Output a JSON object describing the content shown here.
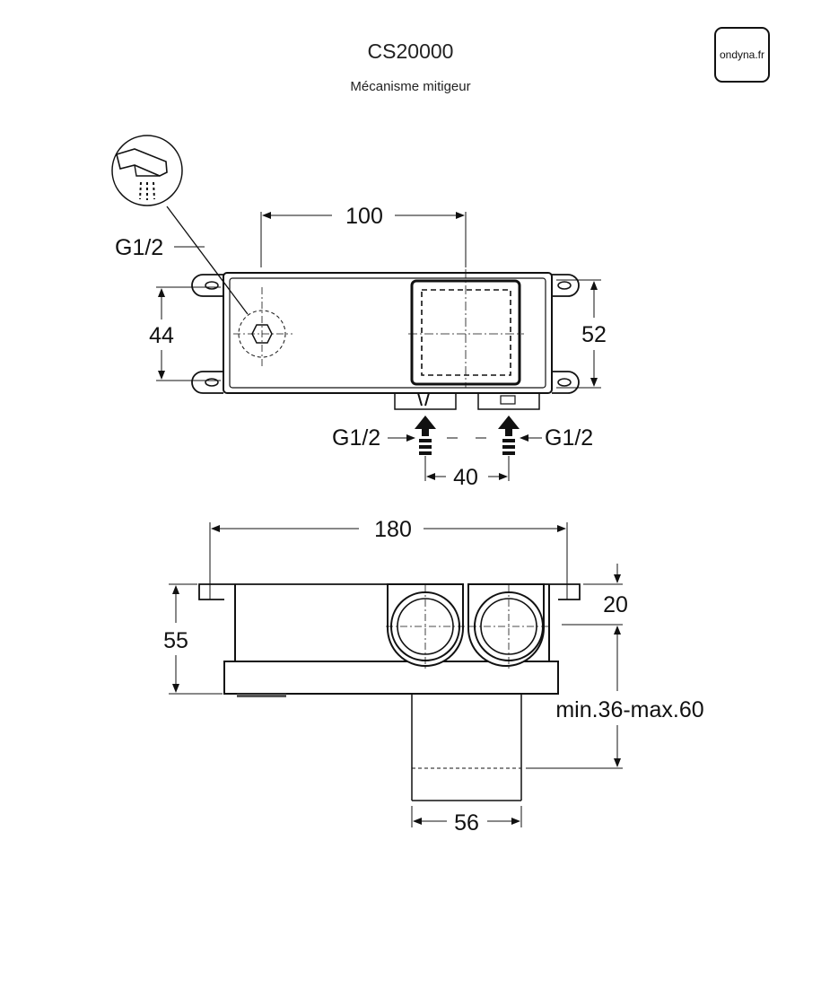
{
  "header": {
    "title": "CS20000",
    "subtitle": "Mécanisme mitigeur",
    "logo_text": "ondyna.fr"
  },
  "top_view": {
    "dim_width": "100",
    "dim_height_left": "44",
    "dim_height_right": "52",
    "dim_inlet_spacing": "40",
    "outlet_thread": "G1/2",
    "inlet_left_thread": "G1/2",
    "inlet_right_thread": "G1/2"
  },
  "side_view": {
    "dim_total_width": "180",
    "dim_height": "55",
    "dim_flange": "20",
    "dim_depth_range": "min.36-max.60",
    "dim_sleeve_width": "56"
  },
  "icons": {
    "shower": "shower-spout-icon"
  }
}
